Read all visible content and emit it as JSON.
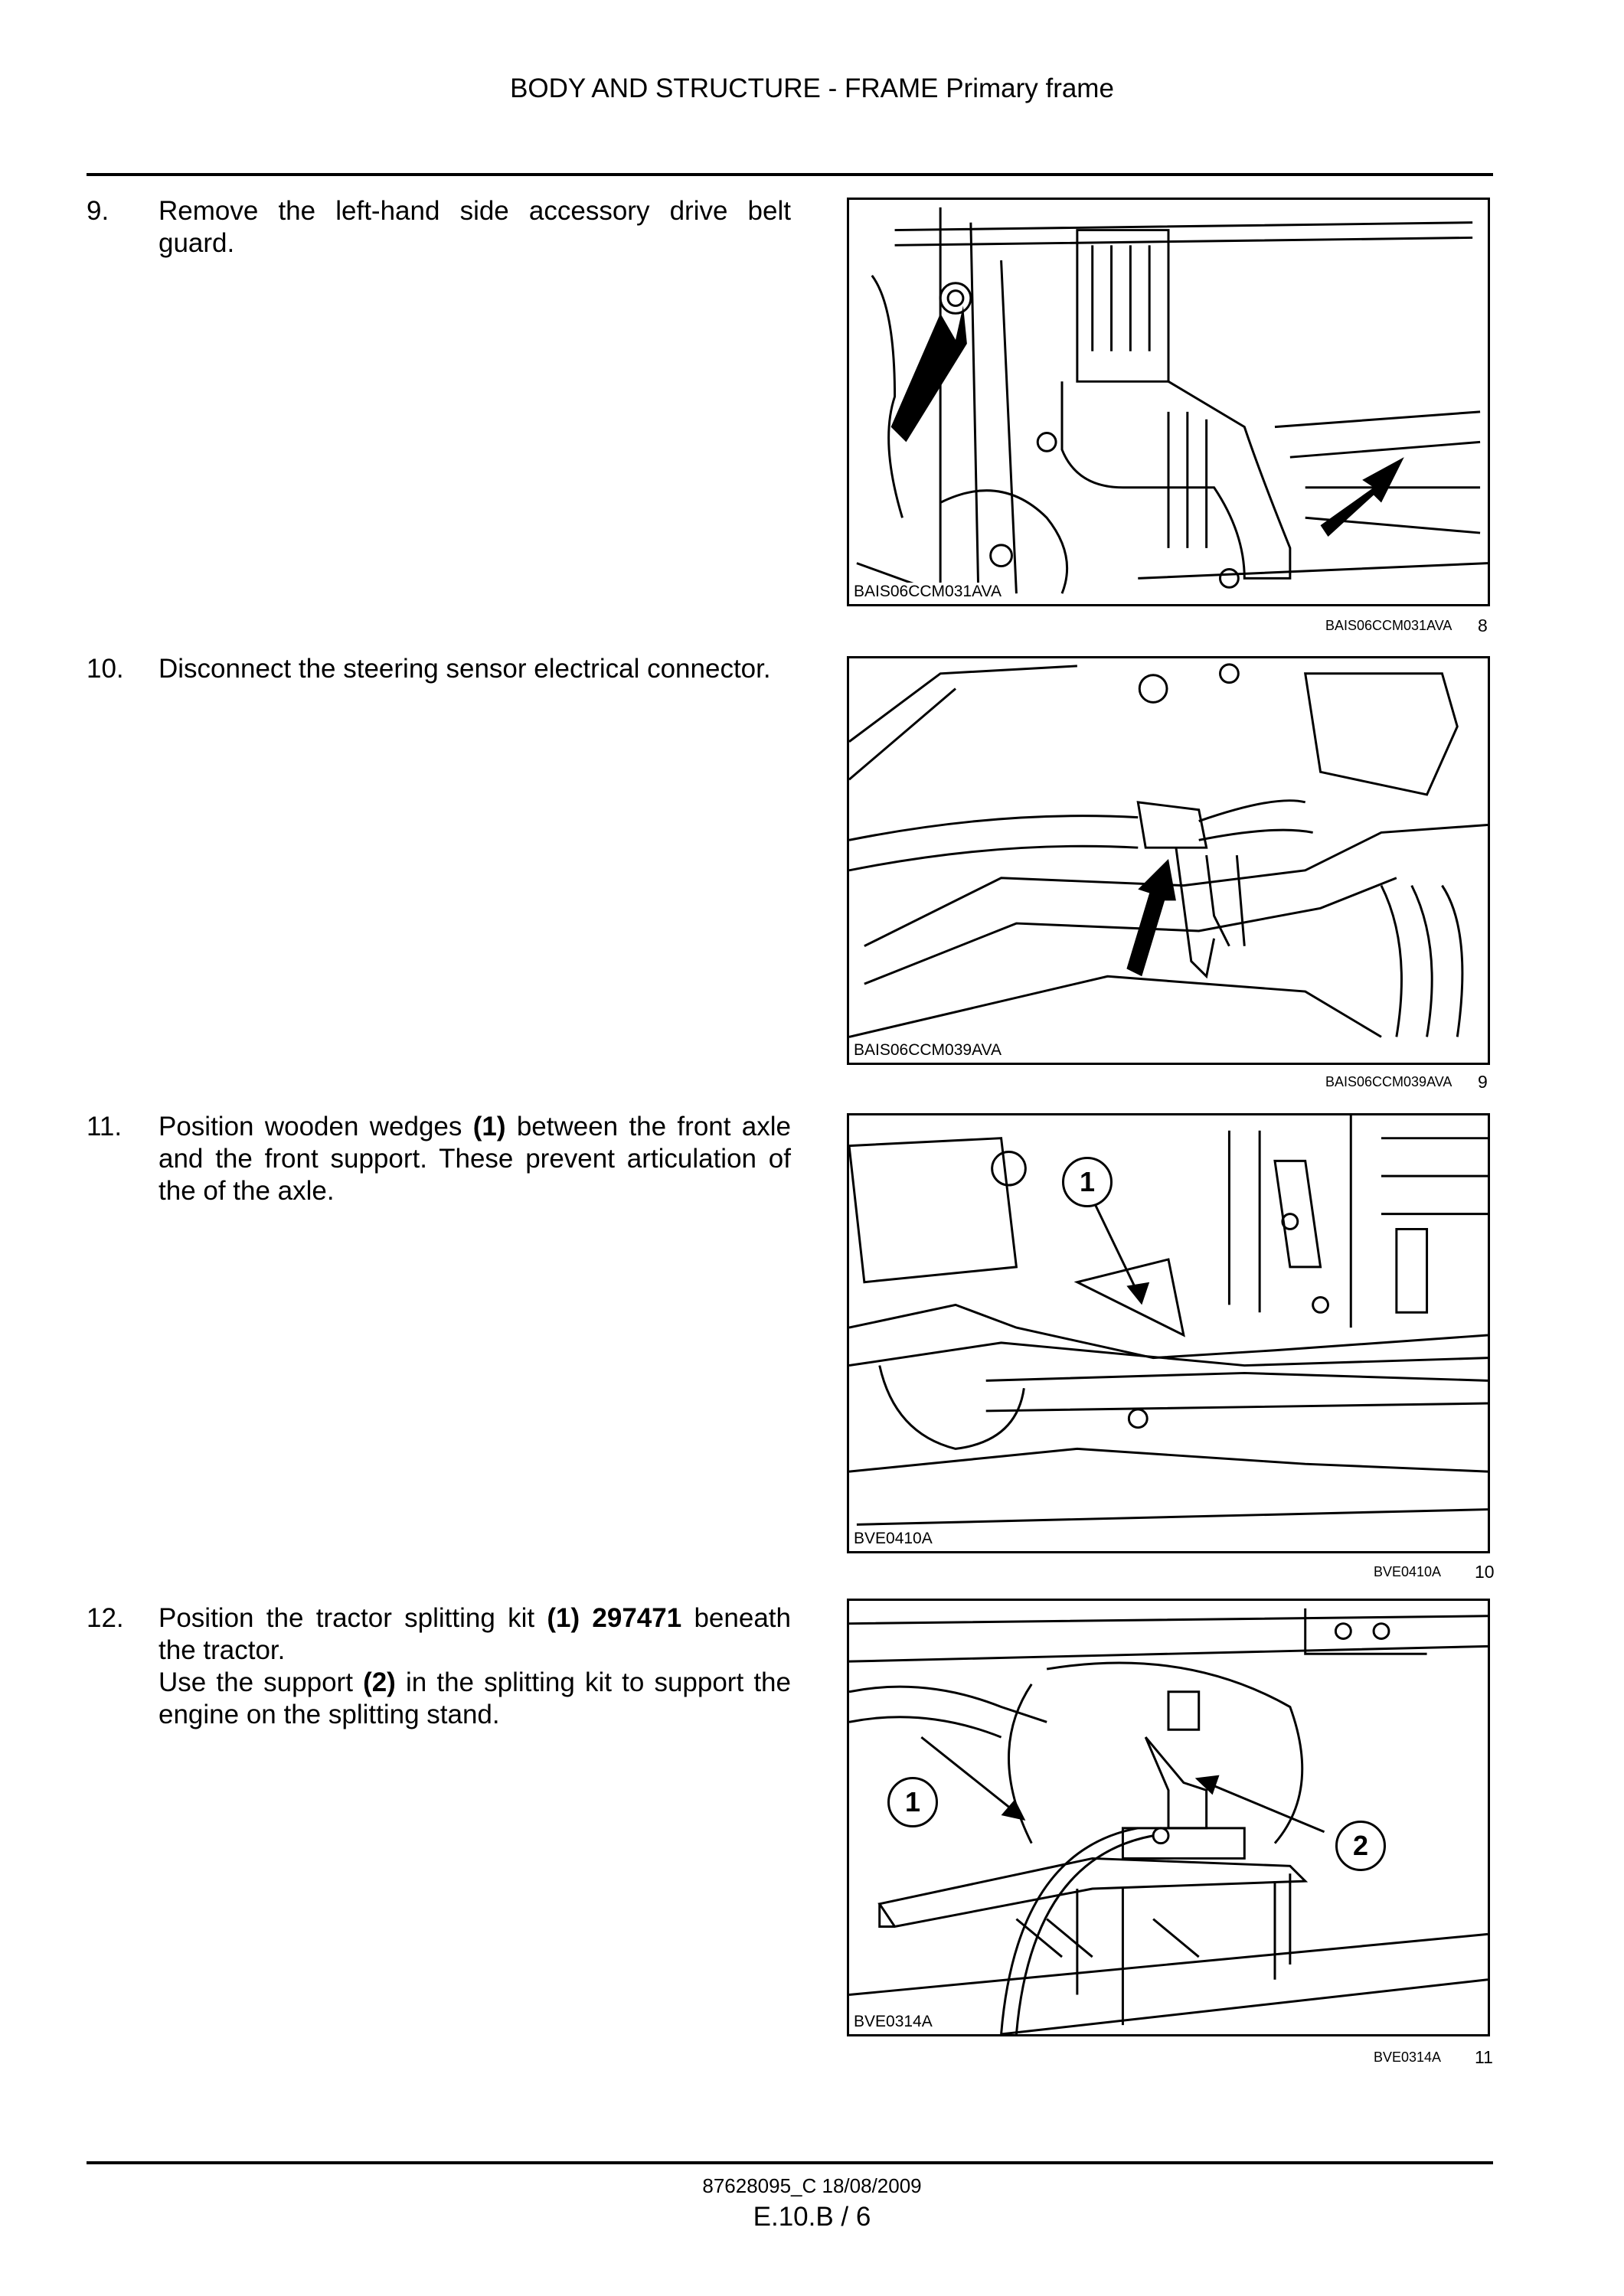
{
  "header": {
    "title": "BODY AND STRUCTURE - FRAME Primary frame"
  },
  "steps": [
    {
      "number": "9.",
      "text": "Remove the left-hand side accessory drive belt guard."
    },
    {
      "number": "10.",
      "text": "Disconnect the steering sensor electrical connector."
    },
    {
      "number": "11.",
      "text_before": "Position wooden wedges ",
      "bold1": "(1)",
      "text_after": " between the front axle and the front support. These prevent articulation of the of the axle."
    },
    {
      "number": "12.",
      "text_before": "Position the tractor splitting kit ",
      "bold1": "(1)",
      "mid": " ",
      "bold2": "297471",
      "text_after": " beneath the tractor.",
      "line2_before": "Use the support ",
      "line2_bold": "(2)",
      "line2_after": " in the splitting kit to support the engine on the splitting stand."
    }
  ],
  "figures": [
    {
      "code": "BAIS06CCM031AVA",
      "number": "8"
    },
    {
      "code": "BAIS06CCM039AVA",
      "number": "9"
    },
    {
      "code": "BVE0410A",
      "number": "10",
      "callouts": [
        "1"
      ]
    },
    {
      "code": "BVE0314A",
      "number": "11",
      "callouts": [
        "1",
        "2"
      ]
    }
  ],
  "footer": {
    "doc": "87628095_C 18/08/2009",
    "page": "E.10.B / 6"
  },
  "icons": [
    "arrow-icon"
  ]
}
